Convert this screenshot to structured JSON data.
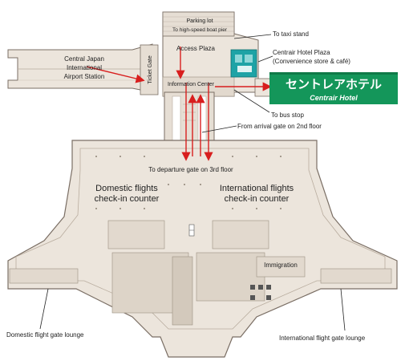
{
  "colors": {
    "building_fill": "#ece5dc",
    "building_stroke": "#7a6e64",
    "hotel_plaza": "#1ea3a6",
    "hotel_banner": "#14965a",
    "route_arrow": "#d81e1e",
    "leader_line": "#222222"
  },
  "labels": {
    "parking_lot": "Parking lot",
    "boat_pier": "To high-speed boat pier",
    "access_plaza": "Access Plaza",
    "taxi_stand": "To taxi stand",
    "hotel_plaza_name": "Centrair Hotel Plaza",
    "hotel_plaza_desc": "(Convenience store & café)",
    "station_line1": "Central Japan",
    "station_line2": "International",
    "station_line3": "Airport Station",
    "ticket_gate": "Ticket Gate",
    "information_center": "Information Center",
    "hotel_name_jp": "セントレアホテル",
    "hotel_name_en": "Centrair Hotel",
    "bus_stop": "To bus stop",
    "arrival_gate": "From arrival gate on 2nd floor",
    "departure_gate": "To departure gate on 3rd floor",
    "domestic_checkin_line1": "Domestic flights",
    "domestic_checkin_line2": "check-in counter",
    "intl_checkin_line1": "International flights",
    "intl_checkin_line2": "check-in counter",
    "immigration": "Immigration",
    "domestic_lounge": "Domestic flight gate lounge",
    "intl_lounge": "International flight gate lounge"
  },
  "icons": [
    "escalator-icon",
    "elevator-icon",
    "route-arrow-icon"
  ]
}
